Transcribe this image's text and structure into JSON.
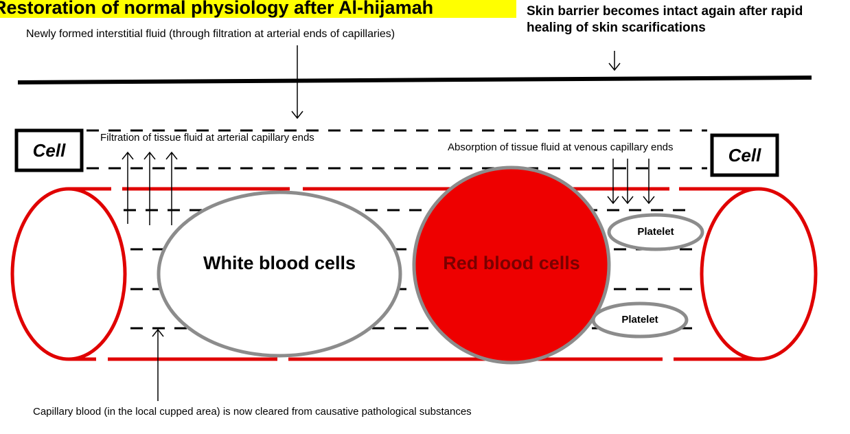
{
  "title": "Restoration of normal physiology after Al-hijamah",
  "skin_note": "Skin barrier becomes intact again after rapid healing of skin scarifications",
  "new_fluid_note": "Newly formed interstitial fluid (through filtration at arterial ends of capillaries)",
  "filtration_note": "Filtration of tissue fluid at arterial capillary ends",
  "absorption_note": "Absorption of tissue fluid at venous capillary ends",
  "cell_left": "Cell",
  "cell_right": "Cell",
  "wbc_label": "White blood cells",
  "rbc_label": "Red blood cells",
  "platelet_1": "Platelet",
  "platelet_2": "Platelet",
  "bottom_note": "Capillary blood (in the local cupped area) is now cleared from causative pathological substances",
  "colors": {
    "vessel": "#e00000",
    "rbc": "#ee0000",
    "wbc_border": "#8c8c8c",
    "title_bg": "#ffff00"
  }
}
